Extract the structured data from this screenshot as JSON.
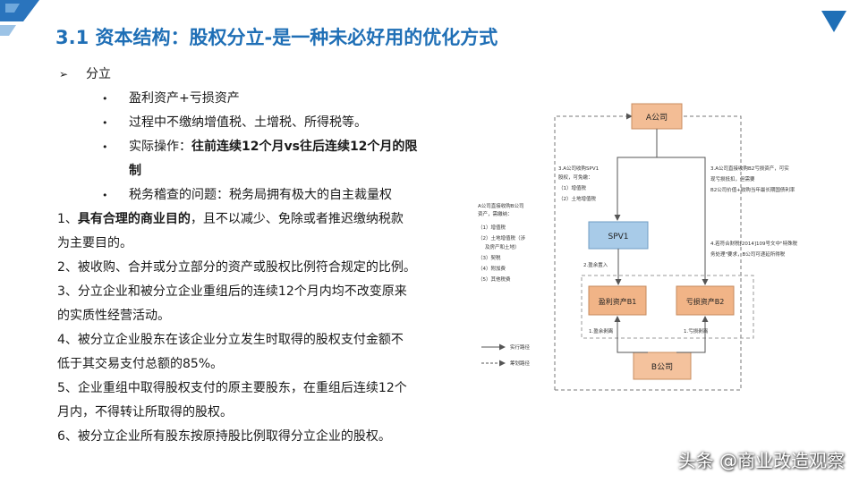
{
  "title": "3.1 资本结构：股权分立-是一种未必好用的优化方式",
  "section": {
    "marker": "➢",
    "label": "分立"
  },
  "bullets": [
    {
      "text": "盈利资产+亏损资产"
    },
    {
      "text": "过程中不缴纳增值税、土增税、所得税等。"
    },
    {
      "prefix": "实际操作：",
      "bold_line1": "往前连续12个月vs往后连续12个月的限",
      "bold_line2": "制"
    },
    {
      "text": "税务稽查的问题：税务局拥有极大的自主裁量权"
    }
  ],
  "paragraphs": {
    "p1": {
      "num": "1、",
      "bold": "具有合理的商业目的",
      "rest": "，且不以减少、免除或者推迟缴纳税款",
      "line2": "为主要目的。"
    },
    "p2": "2、被收购、合并或分立部分的资产或股权比例符合规定的比例。",
    "p3": {
      "line1": "3、分立企业和被分立企业重组后的连续12个月内均不改变原来",
      "line2": "的实质性经营活动。"
    },
    "p4": {
      "line1": "4、被分立企业股东在该企业分立发生时取得的股权支付金额不",
      "line2": "低于其交易支付总额的85%。"
    },
    "p5": {
      "line1": "5、企业重组中取得股权支付的原主要股东，在重组后连续12个",
      "line2": "月内，不得转让所取得的股权。"
    },
    "p6": "6、被分立企业所有股东按原持股比例取得分立企业的股权。"
  },
  "diagram": {
    "box_a": "A公司",
    "box_spv": "SPV1",
    "box_b1": "盈利资产B1",
    "box_b2": "亏损资产B2",
    "box_b": "B公司",
    "note_left": [
      "A公司直接收购B公司",
      "资产，需缴纳：",
      "（1）增值税",
      "（2）土地增值税（涉",
      "及房产和土地）",
      "（3）契税",
      "（4）附加费",
      "（5）其他税费"
    ],
    "note_spv": [
      "3.A公司收购SPV1",
      "股权，可免缴：",
      "（1）增值税",
      "（2）土地增值税"
    ],
    "note_right": [
      "3.A公司直接收购B2亏损资产，可实",
      "现亏损抵扣，但需要",
      "B2公司价值+收购当年最长期国债利率"
    ],
    "note_policy": [
      "4.若符合财税[2014]109号文中\"特殊税",
      "务处理\"要求，B公司可递延所得税"
    ],
    "step_2": "2.盈余置入",
    "step_1a": "1.盈余剥离",
    "step_1b": "1.亏损剥离",
    "legend_solid": "实行路径",
    "legend_dashed": "筹划路径"
  },
  "watermark": "头条 @商业改造观察",
  "colors": {
    "title": "#1f6fb6",
    "box_spv": "#a8cbe8",
    "box_orange": "#f1b487",
    "box_b": "#f4c29d"
  }
}
